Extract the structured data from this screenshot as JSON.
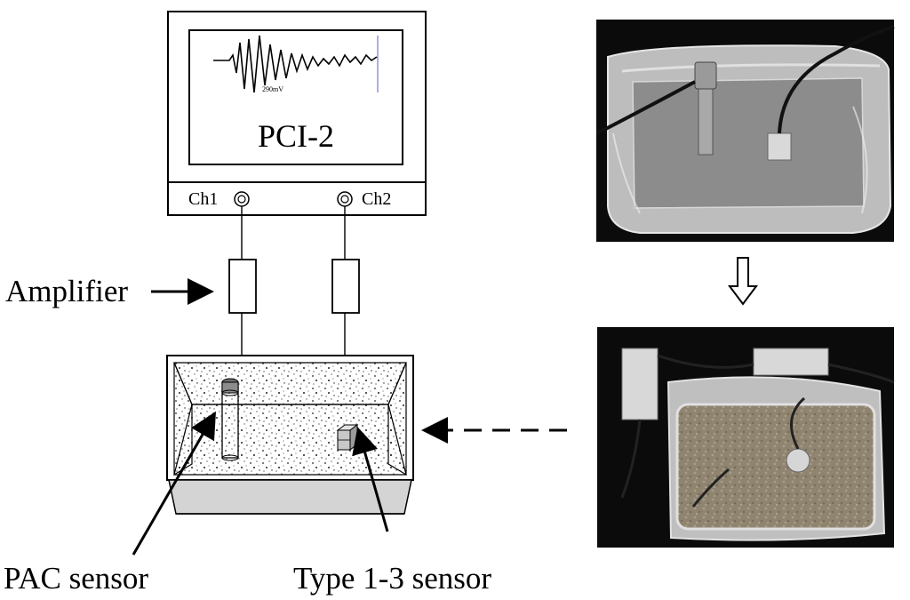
{
  "instrument": {
    "screen_label": "PCI-2",
    "scale_label": "290mV",
    "channel_1": "Ch1",
    "channel_2": "Ch2"
  },
  "labels": {
    "amplifier": "Amplifier",
    "pac_sensor": "PAC sensor",
    "type13_sensor": "Type 1-3 sensor"
  },
  "colors": {
    "line": "#000000",
    "photo_background": "#0b0b0b",
    "sand": "#8f8470",
    "specimen_speckle": "#222222"
  }
}
